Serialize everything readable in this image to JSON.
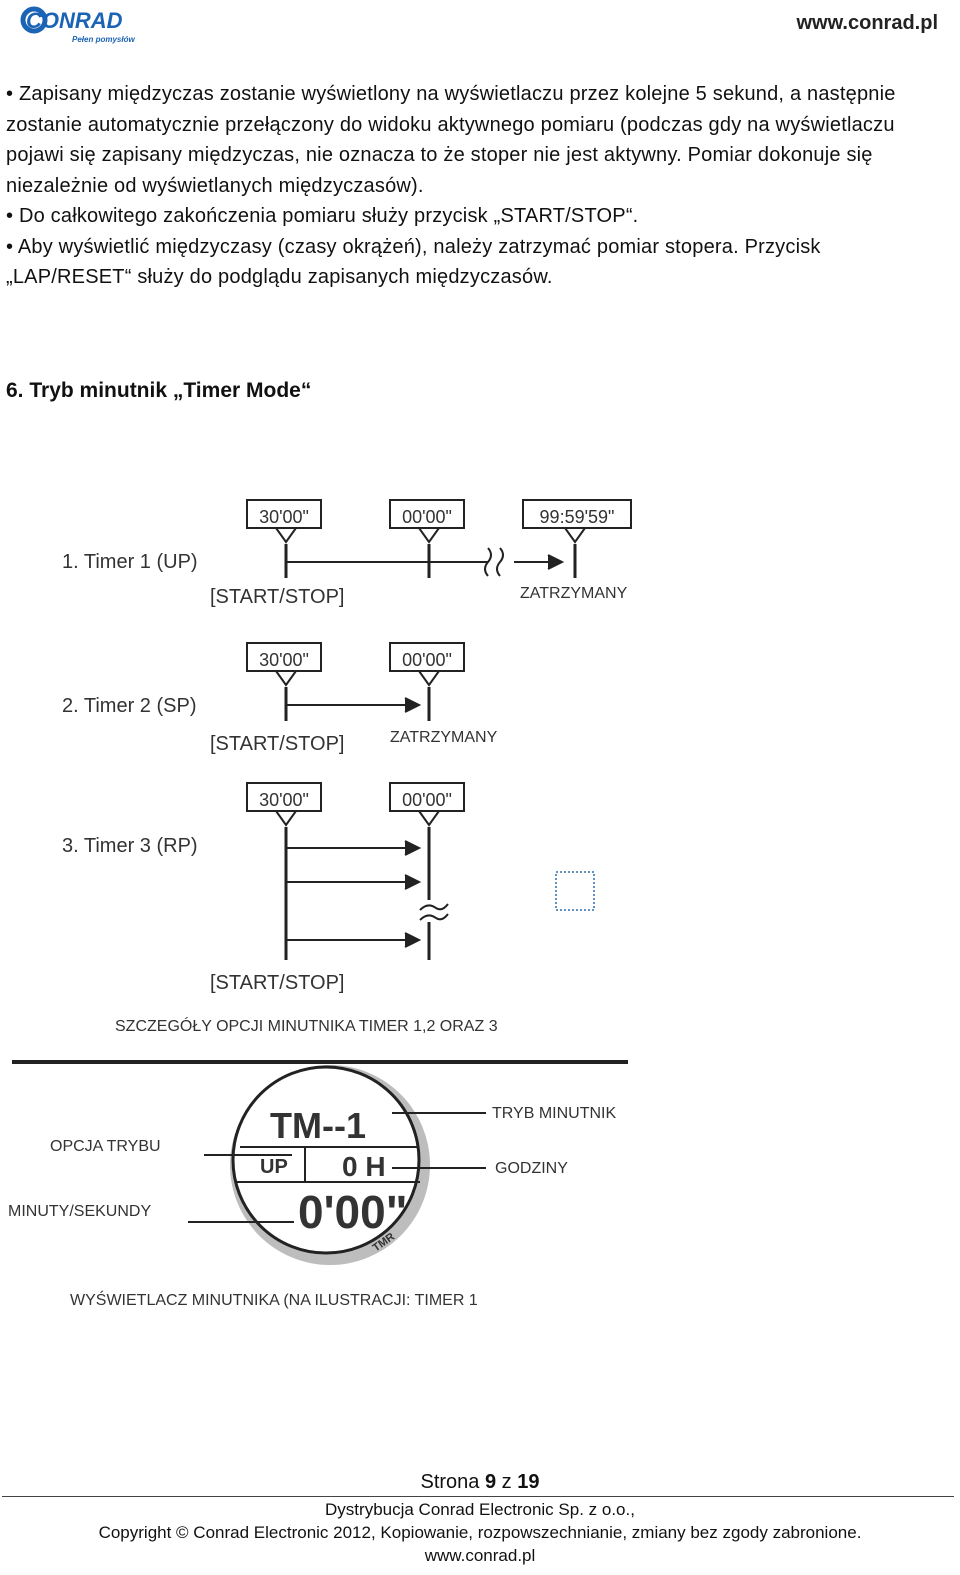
{
  "header": {
    "logo_text": "CONRAD",
    "logo_tagline": "Pełen pomysłów",
    "site_url": "www.conrad.pl",
    "brand_color": "#1b63b5"
  },
  "paragraphs": [
    "• Zapisany międzyczas zostanie wyświetlony na wyświetlaczu przez kolejne 5 sekund, a następnie zostanie automatycznie przełączony do widoku aktywnego pomiaru (podczas gdy na wyświetlaczu pojawi się zapisany międzyczas, nie oznacza to że stoper nie jest aktywny. Pomiar dokonuje się niezależnie od wyświetlanych międzyczasów).",
    "• Do całkowitego zakończenia pomiaru służy przycisk „START/STOP“.",
    "• Aby wyświetlić międzyczasy (czasy okrążeń), należy zatrzymać pomiar stopera. Przycisk „LAP/RESET“ służy do podglądu zapisanych międzyczasów."
  ],
  "section_title": "6. Tryb minutnik „Timer Mode“",
  "timers": {
    "t1": {
      "label": "1. Timer 1 (UP)",
      "box_a": "30'00\"",
      "box_b": "00'00\"",
      "box_c": "99:59'59\"",
      "button": "[START/STOP]",
      "stopped": "ZATRZYMANY"
    },
    "t2": {
      "label": "2. Timer 2 (SP)",
      "box_a": "30'00\"",
      "box_b": "00'00\"",
      "button": "[START/STOP]",
      "stopped": "ZATRZYMANY"
    },
    "t3": {
      "label": "3. Timer 3 (RP)",
      "box_a": "30'00\"",
      "box_b": "00'00\"",
      "button": "[START/STOP]"
    },
    "caption": "SZCZEGÓŁY OPCJI MINUTNIKA TIMER 1,2 ORAZ 3"
  },
  "display": {
    "mode_line": "TM--1",
    "option": "UP",
    "hours": "0 H",
    "time": "0'00\"",
    "badge": "TMR",
    "label_mode": "TRYB MINUTNIK",
    "label_option": "OPCJA TRYBU",
    "label_hours": "GODZINY",
    "label_minsec": "MINUTY/SEKUNDY",
    "caption": "WYŚWIETLACZ MINUTNIKA (NA ILUSTRACJI: TIMER 1"
  },
  "footer": {
    "page_prefix": "Strona ",
    "page_current": "9",
    "page_sep": " z ",
    "page_total": "19",
    "distribution": "Dystrybucja Conrad Electronic Sp. z o.o.,",
    "copyright": "Copyright © Conrad Electronic 2012, Kopiowanie, rozpowszechnianie, zmiany bez zgody zabronione.",
    "url": "www.conrad.pl"
  }
}
